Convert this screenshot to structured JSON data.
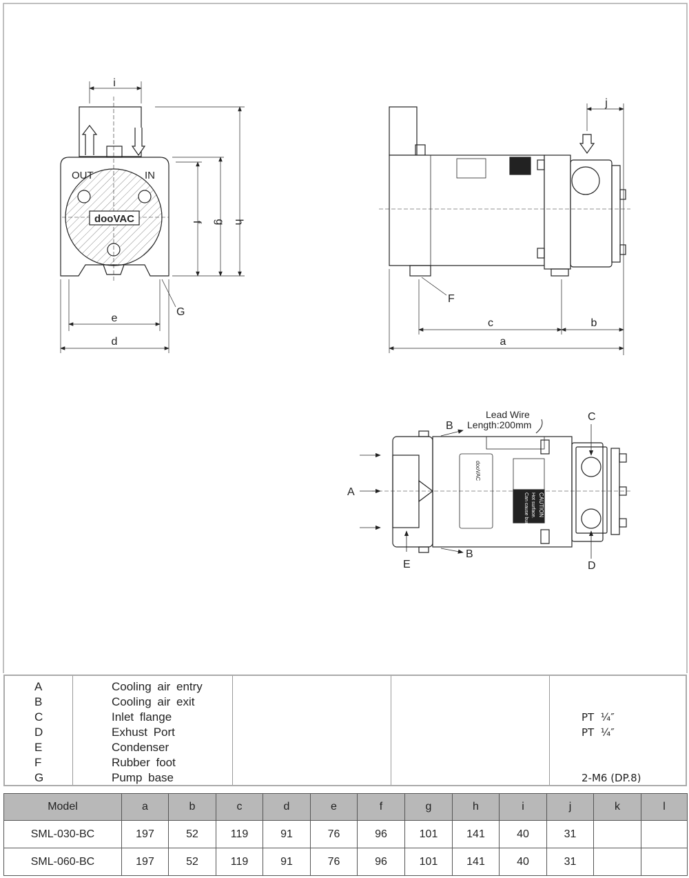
{
  "drawing": {
    "brand": "dooVAC",
    "front_labels": {
      "out": "OUT",
      "in": "IN"
    },
    "dimensions": [
      "a",
      "b",
      "c",
      "d",
      "e",
      "f",
      "g",
      "h",
      "i",
      "j"
    ],
    "callouts": {
      "A": "A",
      "B": "B",
      "C": "C",
      "D": "D",
      "E": "E",
      "F": "F",
      "G": "G"
    },
    "lead_wire": [
      "Lead Wire",
      "Length:200mm"
    ],
    "caution": [
      "CAUTION",
      "Hot surface.",
      "Can cause burns."
    ]
  },
  "legend": {
    "items": [
      {
        "key": "A",
        "desc": "Cooling air entry",
        "spec": ""
      },
      {
        "key": "B",
        "desc": "Cooling air exit",
        "spec": ""
      },
      {
        "key": "C",
        "desc": "Inlet flange",
        "spec": "PT  ¼″"
      },
      {
        "key": "D",
        "desc": "Exhust Port",
        "spec": "PT  ¼″"
      },
      {
        "key": "E",
        "desc": "Condenser",
        "spec": ""
      },
      {
        "key": "F",
        "desc": "Rubber foot",
        "spec": ""
      },
      {
        "key": "G",
        "desc": "Pump base",
        "spec": "2-M6 (DP.8)"
      }
    ]
  },
  "table": {
    "headers": [
      "Model",
      "a",
      "b",
      "c",
      "d",
      "e",
      "f",
      "g",
      "h",
      "i",
      "j",
      "k",
      "l"
    ],
    "rows": [
      [
        "SML-030-BC",
        "197",
        "52",
        "119",
        "91",
        "76",
        "96",
        "101",
        "141",
        "40",
        "31",
        "",
        ""
      ],
      [
        "SML-060-BC",
        "197",
        "52",
        "119",
        "91",
        "76",
        "96",
        "101",
        "141",
        "40",
        "31",
        "",
        ""
      ]
    ]
  }
}
